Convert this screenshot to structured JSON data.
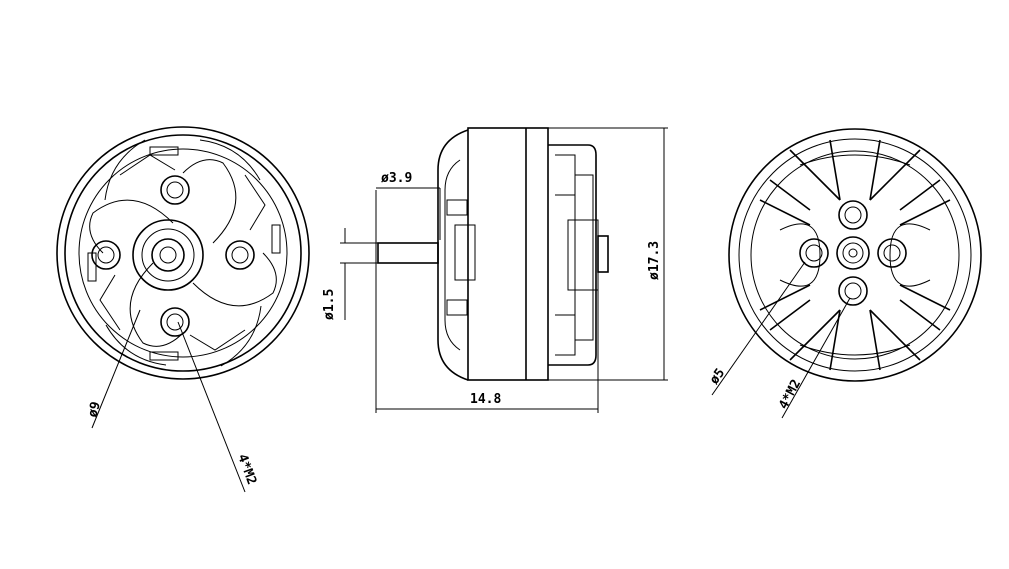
{
  "labels": {
    "front_diameter": "ø9",
    "front_screws": "4*M2",
    "shaft_outer": "ø3.9",
    "shaft_inner": "ø1.5",
    "body_diameter": "ø17.3",
    "body_length": "14.8",
    "back_diameter": "ø5",
    "back_screws": "4*M2"
  }
}
